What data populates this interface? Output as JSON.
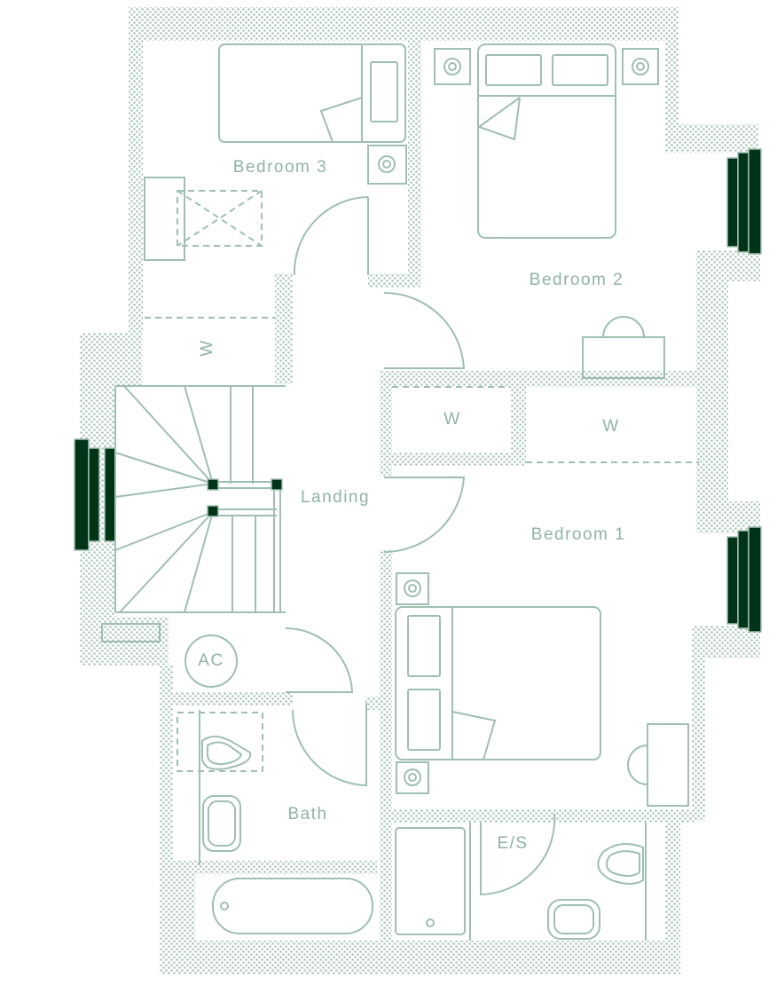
{
  "rooms": {
    "bedroom3": "Bedroom 3",
    "bedroom2": "Bedroom 2",
    "landing": "Landing",
    "bedroom1": "Bedroom 1",
    "bath": "Bath",
    "ensuite": "E/S"
  },
  "fixtures": {
    "wardrobe_landing": "W",
    "wardrobe_bed2": "W",
    "wardrobe_bed1": "W",
    "airing_cupboard": "AC"
  },
  "colors": {
    "line": "#9fbfb0",
    "window": "#003318",
    "label": "#8fb3a4"
  }
}
